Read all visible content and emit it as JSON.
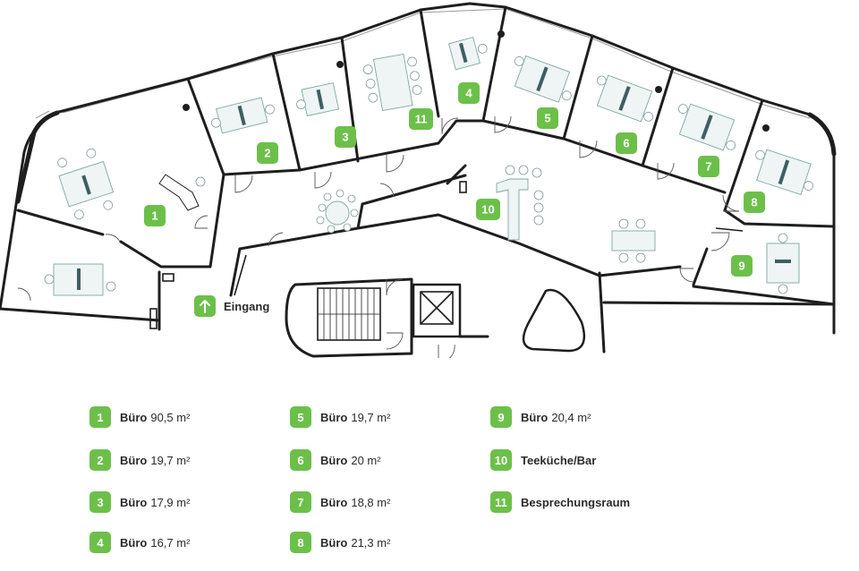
{
  "rooms": [
    {
      "number": "1",
      "name": "Büro",
      "area": "90,5 m²"
    },
    {
      "number": "2",
      "name": "Büro",
      "area": "19,7 m²"
    },
    {
      "number": "3",
      "name": "Büro",
      "area": "17,9 m²"
    },
    {
      "number": "4",
      "name": "Büro",
      "area": "16,7 m²"
    },
    {
      "number": "5",
      "name": "Büro",
      "area": "19,7 m²"
    },
    {
      "number": "6",
      "name": "Büro",
      "area": "20 m²"
    },
    {
      "number": "7",
      "name": "Büro",
      "area": "18,8 m²"
    },
    {
      "number": "8",
      "name": "Büro",
      "area": "21,3 m²"
    },
    {
      "number": "9",
      "name": "Büro",
      "area": "20,4 m²"
    },
    {
      "number": "10",
      "name": "Teeküche/Bar",
      "area": ""
    },
    {
      "number": "11",
      "name": "Besprechungsraum",
      "area": ""
    }
  ],
  "entrance": {
    "label": "Eingang",
    "icon": "arrow-up-icon"
  },
  "colors": {
    "badge": "#6cc04a",
    "walls": "#1e1e1e",
    "desk": "#eef5f4"
  }
}
